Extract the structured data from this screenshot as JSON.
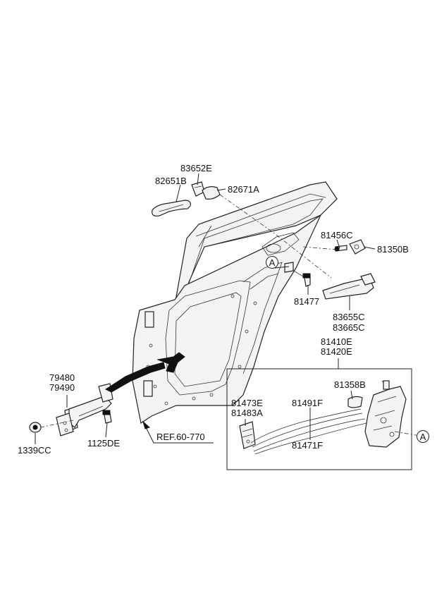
{
  "labels": {
    "p83652E": "83652E",
    "p82651B": "82651B",
    "p82671A": "82671A",
    "p81456C": "81456C",
    "p81350B": "81350B",
    "p81477": "81477",
    "p83655C": "83655C",
    "p83665C": "83665C",
    "p81410E": "81410E",
    "p81420E": "81420E",
    "p81358B": "81358B",
    "p81473E": "81473E",
    "p81483A": "81483A",
    "p81491F": "81491F",
    "p81471F": "81471F",
    "p79480": "79480",
    "p79490": "79490",
    "p1339CC": "1339CC",
    "p1125DE": "1125DE",
    "ref": "REF.60-770",
    "calloutA1": "A",
    "calloutA2": "A"
  }
}
